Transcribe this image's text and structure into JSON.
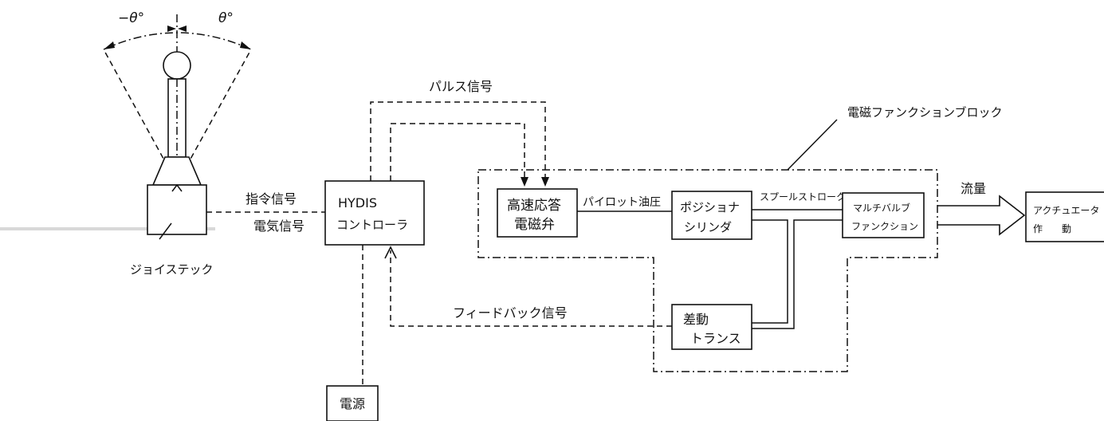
{
  "angles": {
    "left": "−θ°",
    "right": "θ°"
  },
  "joystick": {
    "label": "ジョイステック"
  },
  "signals": {
    "command": "指令信号",
    "electric": "電気信号",
    "pulse": "パルス信号",
    "pilot": "パイロット油圧",
    "spool": "スプールストローク",
    "feedback": "フィードバック信号",
    "flow": "流量"
  },
  "blocks": {
    "controller": {
      "line1": "HYDIS",
      "line2": "コントローラ"
    },
    "valve": {
      "line1": "高速応答",
      "line2": "電磁弁"
    },
    "positioner": {
      "line1": "ポジショナ",
      "line2": "シリンダ"
    },
    "multivalve": {
      "line1": "マルチバルブ",
      "line2": "ファンクション"
    },
    "actuator": {
      "line1": "アクチュエータ",
      "line2": "作　　動"
    },
    "transformer": {
      "line1": "差動",
      "line2": "トランス"
    },
    "power": {
      "line1": "電源"
    }
  },
  "group_label": "電磁ファンクションブロック"
}
